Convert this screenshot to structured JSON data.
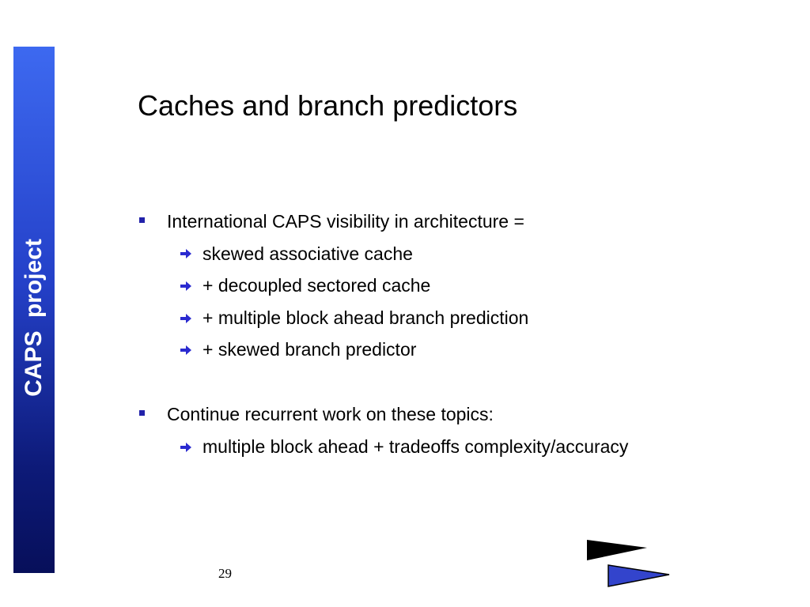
{
  "sidebar": {
    "text": "CAPS  project",
    "gradient_top": "#3d69f0",
    "gradient_bottom": "#070f5a"
  },
  "slide": {
    "title": "Caches and branch predictors",
    "bullets": [
      {
        "text": "International CAPS visibility in architecture =",
        "subitems": [
          "skewed associative cache",
          "+  decoupled sectored cache",
          "+  multiple block ahead branch prediction",
          "+  skewed branch predictor"
        ]
      },
      {
        "text": "Continue  recurrent work on these topics:",
        "subitems": [
          "multiple block ahead + tradeoffs complexity/accuracy"
        ]
      }
    ],
    "page_number": "29"
  },
  "colors": {
    "square_bullet": "#2222aa",
    "arrow_bullet": "#2a2ad0",
    "logo_black": "#000000",
    "logo_blue": "#3344cc"
  }
}
